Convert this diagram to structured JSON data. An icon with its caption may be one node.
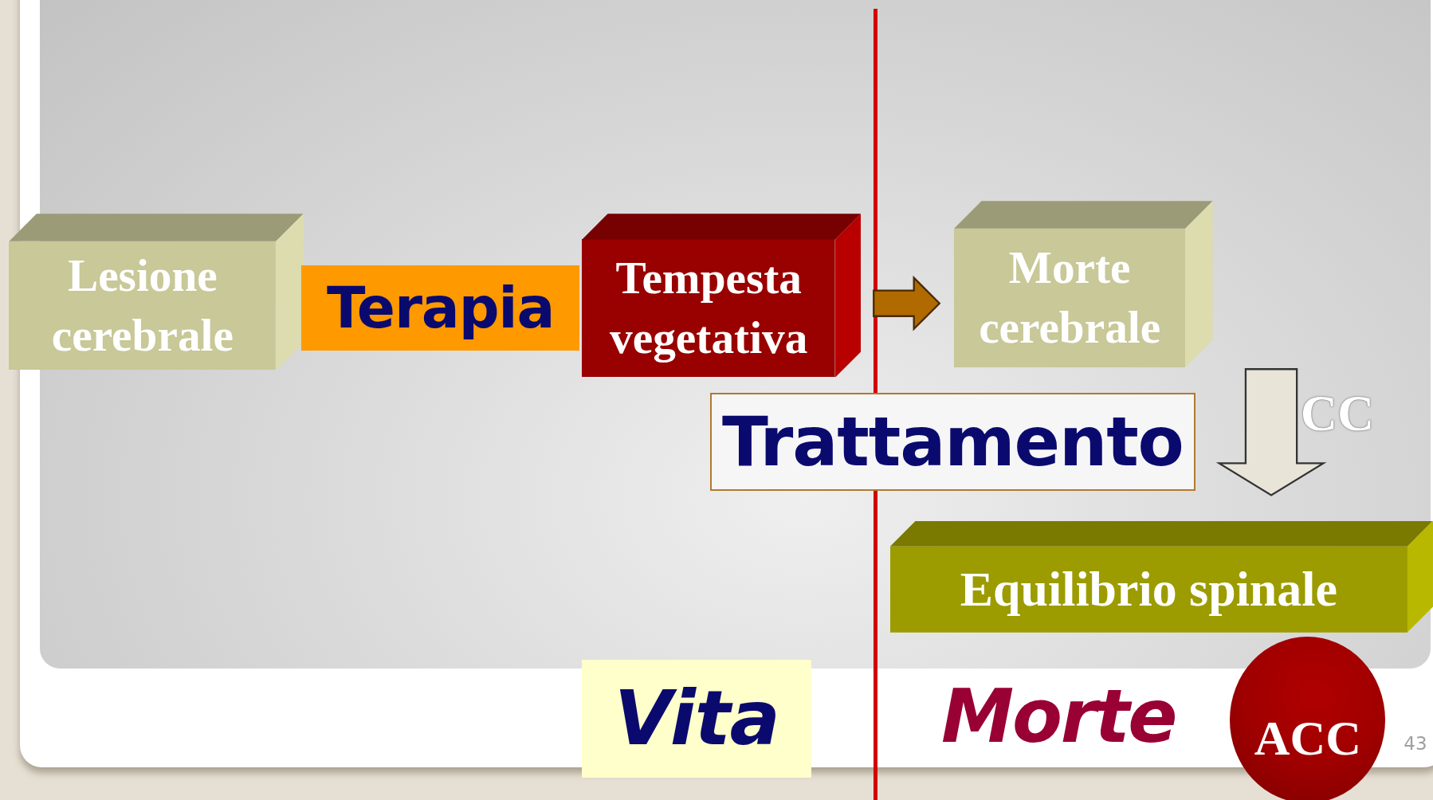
{
  "diagram": {
    "nodes": [
      {
        "text": [
          "Lesione cerebrale"
        ]
      },
      {
        "text": [
          "Terapia"
        ]
      },
      {
        "text": [
          "Tempesta vegetativa"
        ]
      },
      {
        "text": [
          "Morte cerebrale"
        ]
      },
      {
        "text": [
          "Trattamento"
        ]
      },
      {
        "text": [
          "Equilibrio spinale"
        ]
      },
      {
        "text": [
          "Vita"
        ]
      },
      {
        "text": [
          "ACC"
        ]
      }
    ],
    "edges": [
      {
        "from": 2,
        "to": 3,
        "arrow": "to",
        "color": "#b06a00"
      },
      {
        "from": 3,
        "to": 5,
        "arrow": "to",
        "label": "CC",
        "color": "#e8e4d8"
      }
    ],
    "labels": [
      "Morte",
      "43"
    ]
  }
}
